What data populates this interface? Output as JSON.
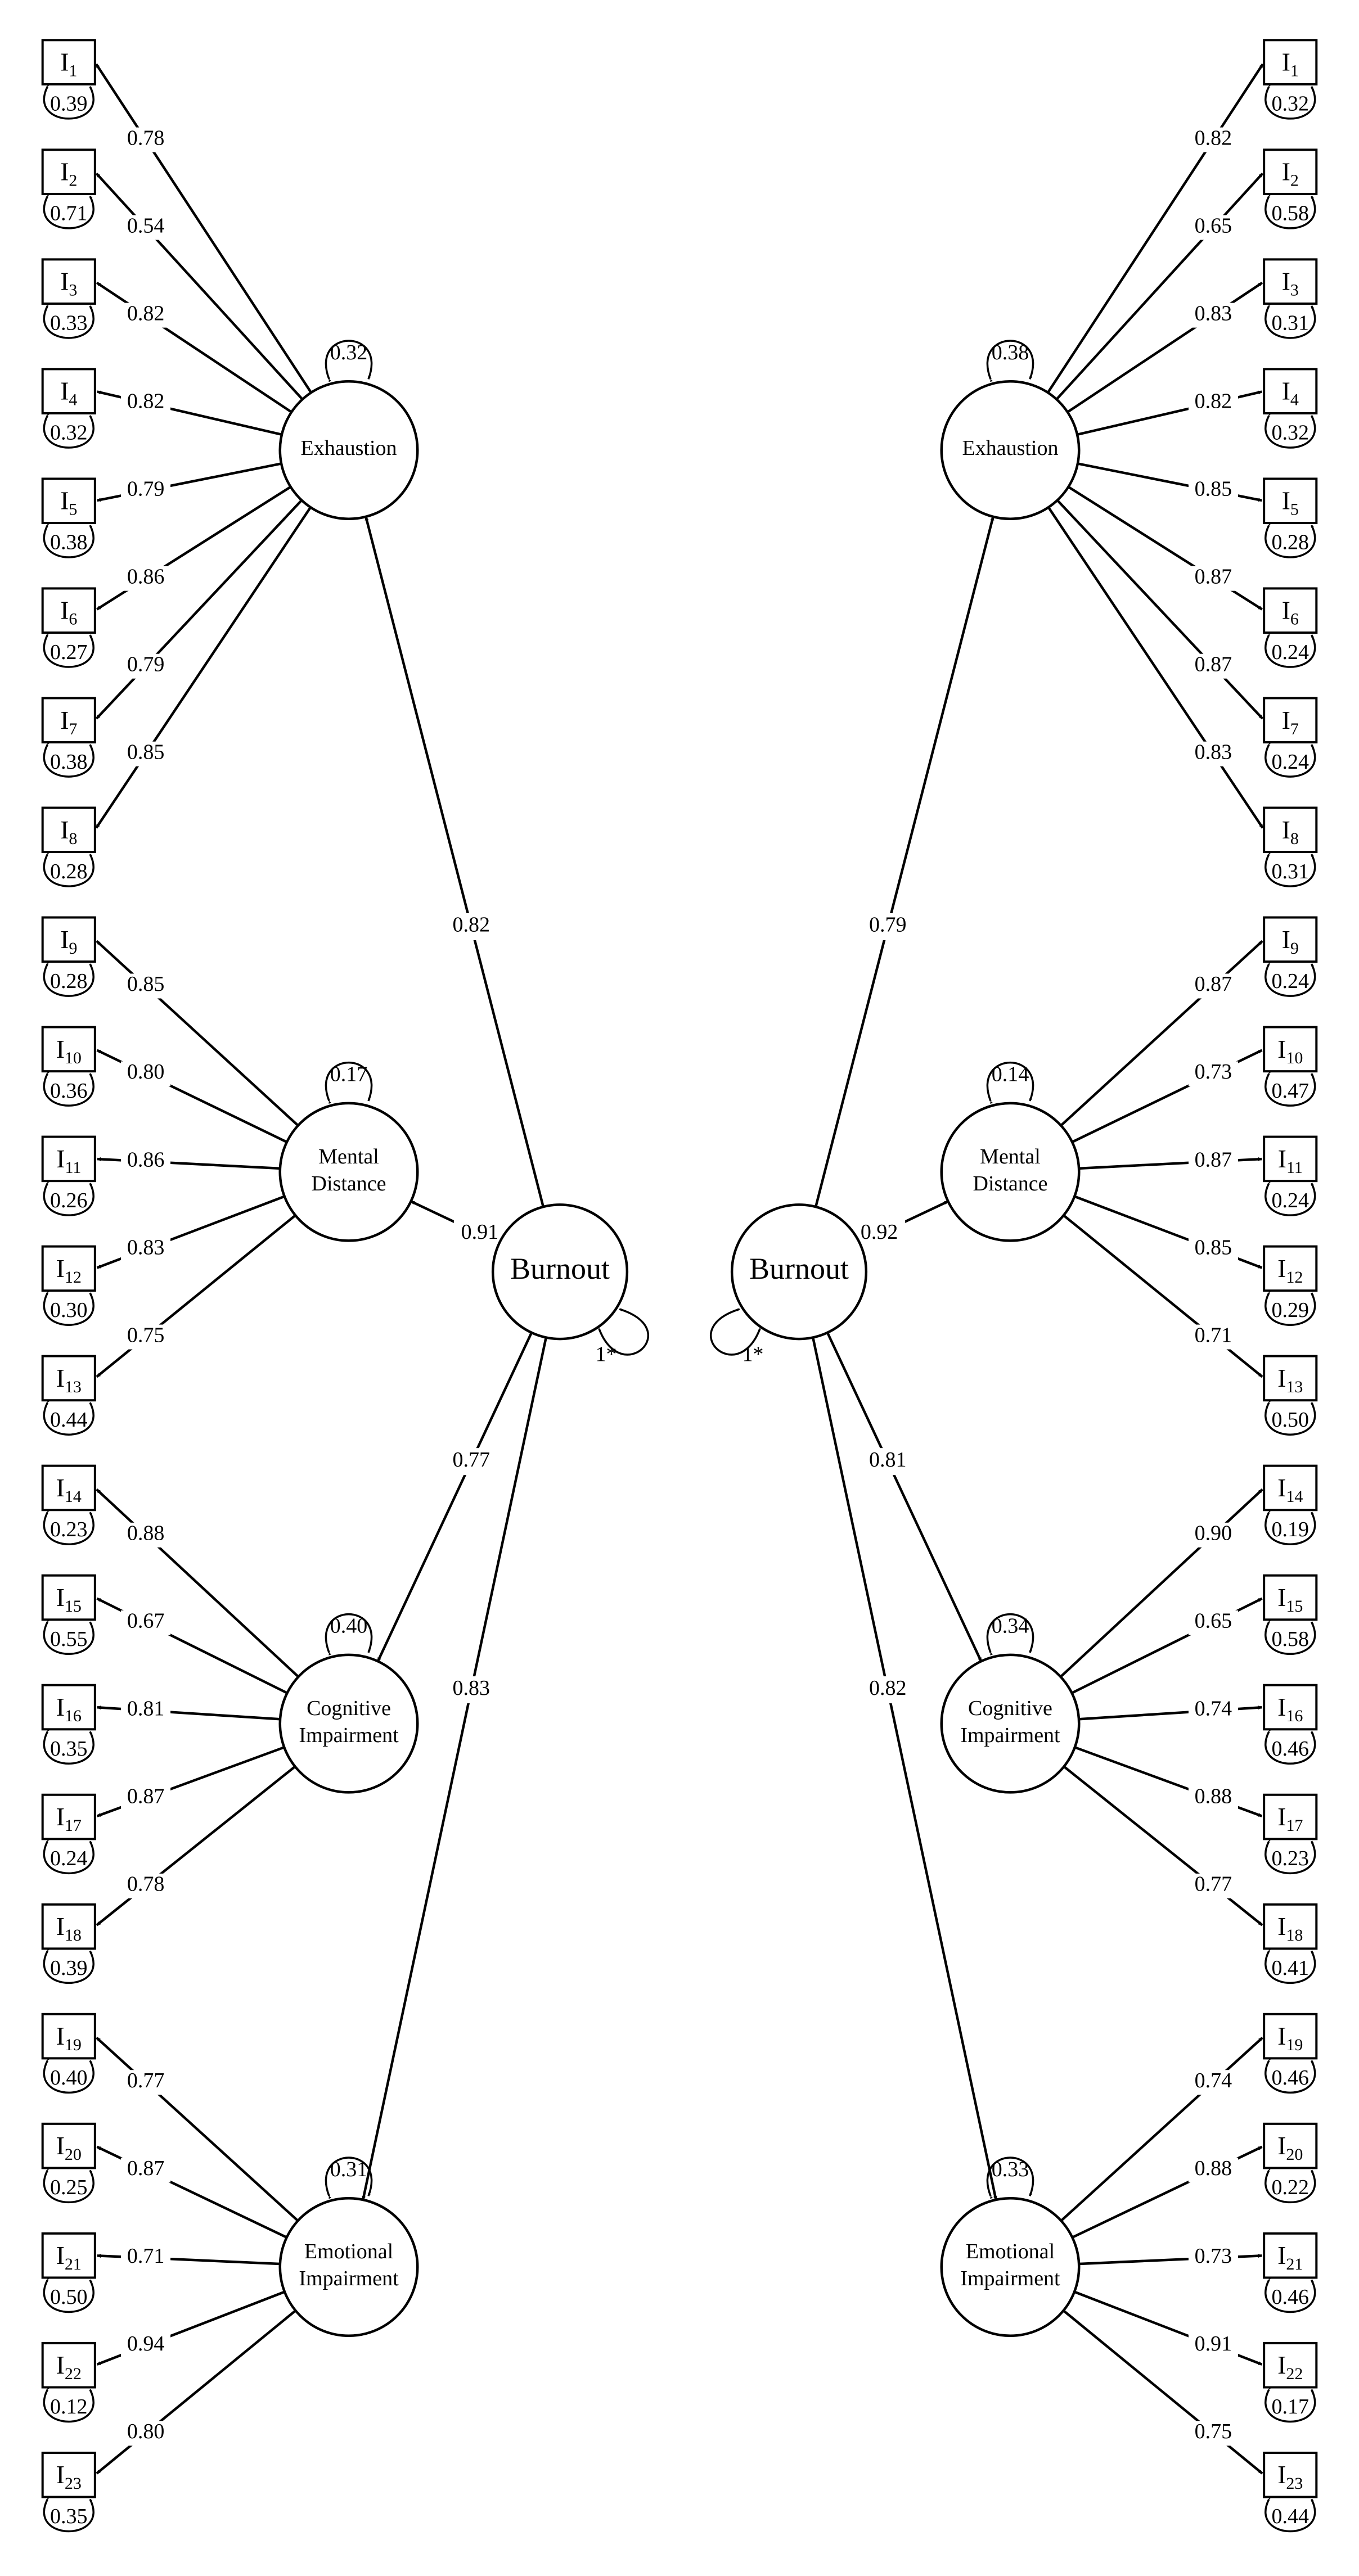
{
  "panels": [
    {
      "side": "left",
      "burnout": {
        "label": "Burnout",
        "variance": "1*"
      },
      "factors": [
        {
          "lines": [
            "Exhaustion"
          ],
          "variance": "0.32",
          "path": "0.82"
        },
        {
          "lines": [
            "Mental",
            "Distance"
          ],
          "variance": "0.17",
          "path": "0.91"
        },
        {
          "lines": [
            "Cognitive",
            "Impairment"
          ],
          "variance": "0.40",
          "path": "0.77"
        },
        {
          "lines": [
            "Emotional",
            "Impairment"
          ],
          "variance": "0.31",
          "path": "0.83"
        }
      ],
      "items": [
        {
          "sub": "1",
          "loading": "0.78",
          "residual": "0.39"
        },
        {
          "sub": "2",
          "loading": "0.54",
          "residual": "0.71"
        },
        {
          "sub": "3",
          "loading": "0.82",
          "residual": "0.33"
        },
        {
          "sub": "4",
          "loading": "0.82",
          "residual": "0.32"
        },
        {
          "sub": "5",
          "loading": "0.79",
          "residual": "0.38"
        },
        {
          "sub": "6",
          "loading": "0.86",
          "residual": "0.27"
        },
        {
          "sub": "7",
          "loading": "0.79",
          "residual": "0.38"
        },
        {
          "sub": "8",
          "loading": "0.85",
          "residual": "0.28"
        },
        {
          "sub": "9",
          "loading": "0.85",
          "residual": "0.28"
        },
        {
          "sub": "10",
          "loading": "0.80",
          "residual": "0.36"
        },
        {
          "sub": "11",
          "loading": "0.86",
          "residual": "0.26"
        },
        {
          "sub": "12",
          "loading": "0.83",
          "residual": "0.30"
        },
        {
          "sub": "13",
          "loading": "0.75",
          "residual": "0.44"
        },
        {
          "sub": "14",
          "loading": "0.88",
          "residual": "0.23"
        },
        {
          "sub": "15",
          "loading": "0.67",
          "residual": "0.55"
        },
        {
          "sub": "16",
          "loading": "0.81",
          "residual": "0.35"
        },
        {
          "sub": "17",
          "loading": "0.87",
          "residual": "0.24"
        },
        {
          "sub": "18",
          "loading": "0.78",
          "residual": "0.39"
        },
        {
          "sub": "19",
          "loading": "0.77",
          "residual": "0.40"
        },
        {
          "sub": "20",
          "loading": "0.87",
          "residual": "0.25"
        },
        {
          "sub": "21",
          "loading": "0.71",
          "residual": "0.50"
        },
        {
          "sub": "22",
          "loading": "0.94",
          "residual": "0.12"
        },
        {
          "sub": "23",
          "loading": "0.80",
          "residual": "0.35"
        }
      ]
    },
    {
      "side": "right",
      "burnout": {
        "label": "Burnout",
        "variance": "1*"
      },
      "factors": [
        {
          "lines": [
            "Exhaustion"
          ],
          "variance": "0.38",
          "path": "0.79"
        },
        {
          "lines": [
            "Mental",
            "Distance"
          ],
          "variance": "0.14",
          "path": "0.92"
        },
        {
          "lines": [
            "Cognitive",
            "Impairment"
          ],
          "variance": "0.34",
          "path": "0.81"
        },
        {
          "lines": [
            "Emotional",
            "Impairment"
          ],
          "variance": "0.33",
          "path": "0.82"
        }
      ],
      "items": [
        {
          "sub": "1",
          "loading": "0.82",
          "residual": "0.32"
        },
        {
          "sub": "2",
          "loading": "0.65",
          "residual": "0.58"
        },
        {
          "sub": "3",
          "loading": "0.83",
          "residual": "0.31"
        },
        {
          "sub": "4",
          "loading": "0.82",
          "residual": "0.32"
        },
        {
          "sub": "5",
          "loading": "0.85",
          "residual": "0.28"
        },
        {
          "sub": "6",
          "loading": "0.87",
          "residual": "0.24"
        },
        {
          "sub": "7",
          "loading": "0.87",
          "residual": "0.24"
        },
        {
          "sub": "8",
          "loading": "0.83",
          "residual": "0.31"
        },
        {
          "sub": "9",
          "loading": "0.87",
          "residual": "0.24"
        },
        {
          "sub": "10",
          "loading": "0.73",
          "residual": "0.47"
        },
        {
          "sub": "11",
          "loading": "0.87",
          "residual": "0.24"
        },
        {
          "sub": "12",
          "loading": "0.85",
          "residual": "0.29"
        },
        {
          "sub": "13",
          "loading": "0.71",
          "residual": "0.50"
        },
        {
          "sub": "14",
          "loading": "0.90",
          "residual": "0.19"
        },
        {
          "sub": "15",
          "loading": "0.65",
          "residual": "0.58"
        },
        {
          "sub": "16",
          "loading": "0.74",
          "residual": "0.46"
        },
        {
          "sub": "17",
          "loading": "0.88",
          "residual": "0.23"
        },
        {
          "sub": "18",
          "loading": "0.77",
          "residual": "0.41"
        },
        {
          "sub": "19",
          "loading": "0.74",
          "residual": "0.46"
        },
        {
          "sub": "20",
          "loading": "0.88",
          "residual": "0.22"
        },
        {
          "sub": "21",
          "loading": "0.73",
          "residual": "0.46"
        },
        {
          "sub": "22",
          "loading": "0.91",
          "residual": "0.17"
        },
        {
          "sub": "23",
          "loading": "0.75",
          "residual": "0.44"
        }
      ]
    }
  ]
}
